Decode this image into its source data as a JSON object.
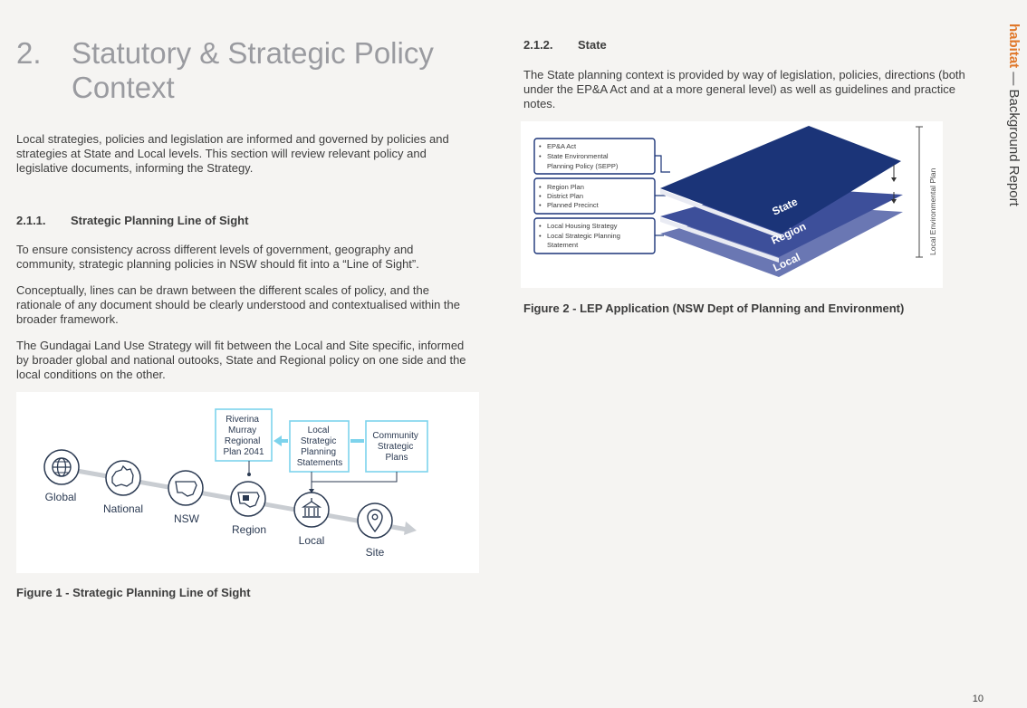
{
  "heading": {
    "number": "2.",
    "title": "Statutory & Strategic Policy Context"
  },
  "intro": "Local strategies, policies and legislation are informed and governed by policies and strategies at State and Local levels. This section will review relevant policy and legislative documents, informing the Strategy.",
  "section_211": {
    "number": "2.1.1.",
    "title": "Strategic Planning Line of Sight",
    "paragraphs": [
      "To ensure consistency across different levels of government, geography and community, strategic planning policies in NSW should fit into a “Line of Sight”.",
      "Conceptually, lines can be drawn between the different scales of policy, and the rationale of any document should be clearly understood and contextualised within the broader framework.",
      "The Gundagai Land Use Strategy will fit between the Local and Site specific, informed by broader global and national outooks, State and Regional policy on one side and the local conditions on the other."
    ]
  },
  "figure1": {
    "caption": "Figure 1 - Strategic Planning Line of Sight",
    "nodes": [
      {
        "label": "Global",
        "icon": "globe-icon"
      },
      {
        "label": "National",
        "icon": "australia-map-icon"
      },
      {
        "label": "NSW",
        "icon": "nsw-map-icon"
      },
      {
        "label": "Region",
        "icon": "region-map-icon"
      },
      {
        "label": "Local",
        "icon": "town-hall-icon"
      },
      {
        "label": "Site",
        "icon": "location-pin-icon"
      }
    ],
    "boxes": {
      "regional": [
        "Riverina",
        "Murray",
        "Regional",
        "Plan 2041"
      ],
      "local": [
        "Local",
        "Strategic",
        "Planning",
        "Statements"
      ],
      "community": [
        "Community",
        "Strategic",
        "Plans"
      ]
    },
    "colors": {
      "line": "#c9cdd2",
      "box": "#7dd3ec",
      "arrow": "#7dd3ec",
      "icon": "#2b3a52"
    }
  },
  "section_212": {
    "number": "2.1.2.",
    "title": "State",
    "paragraph": "The State planning context is provided by way of legislation, policies, directions (both under the EP&A Act and at a more general level) as well as guidelines and practice notes."
  },
  "figure2": {
    "caption": "Figure 2 - LEP Application  (NSW Dept of Planning and Environment)",
    "boxes": [
      [
        "EP&A Act",
        "State Environmental",
        "Planning Policy (SEPP)"
      ],
      [
        "Region Plan",
        "District Plan",
        "Planned Precinct"
      ],
      [
        "Local Housing Strategy",
        "Local Strategic Planning",
        "Statement"
      ]
    ],
    "layers": [
      "State",
      "Region",
      "Local"
    ],
    "side_label": "Local Environmental Plan",
    "colors": {
      "state": "#1b3478",
      "region": "#3d4f9a",
      "local": "#6a77b3",
      "box_border": "#1b3478"
    }
  },
  "sidebar": {
    "brand": "habitat",
    "separator": " — ",
    "label": "Background Report"
  },
  "page_number": "10"
}
